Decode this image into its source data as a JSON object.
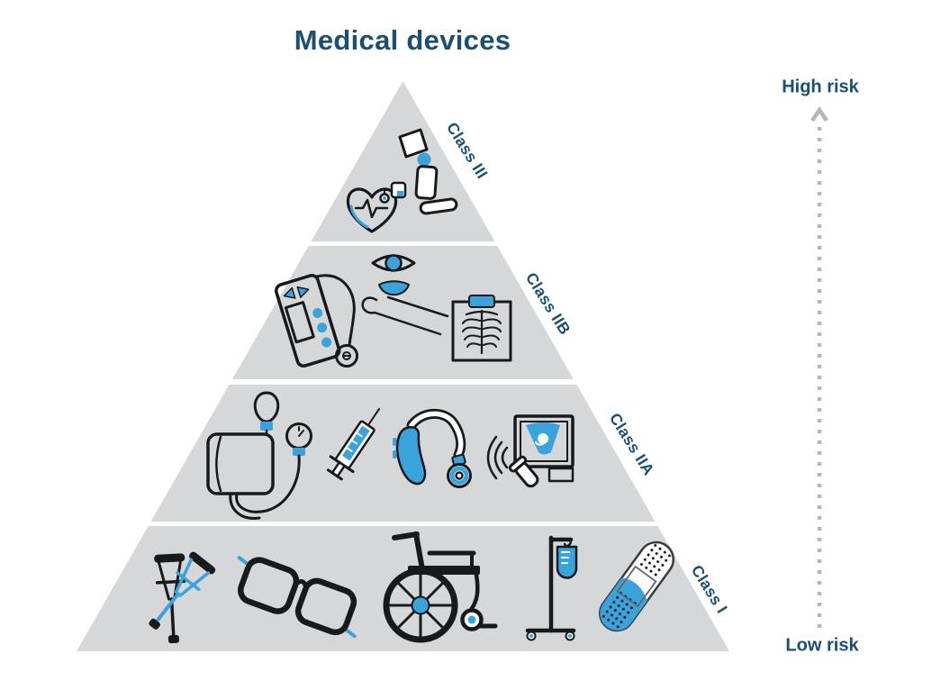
{
  "title": "Medical devices",
  "colors": {
    "navy": "#1a4f74",
    "accent": "#3aa3dc",
    "tier_gray": "#d5d7d9",
    "arrow_gray": "#b4b7b9",
    "ink": "#17191b"
  },
  "pyramid": {
    "tiers": [
      {
        "label": "Class III",
        "icons": [
          "pacemaker-icon",
          "prosthetic-leg-icon"
        ]
      },
      {
        "label": "Class IIB",
        "icons": [
          "infusion-pump-icon",
          "contact-lens-icon",
          "x-ray-icon"
        ]
      },
      {
        "label": "Class IIA",
        "icons": [
          "blood-pressure-monitor-icon",
          "syringe-icon",
          "hearing-aid-icon",
          "ultrasound-machine-icon"
        ]
      },
      {
        "label": "Class I",
        "icons": [
          "crutches-icon",
          "eyeglasses-icon",
          "wheelchair-icon",
          "iv-drip-stand-icon",
          "adhesive-bandage-icon"
        ]
      }
    ]
  },
  "risk_axis": {
    "high_label": "High risk",
    "low_label": "Low risk"
  }
}
